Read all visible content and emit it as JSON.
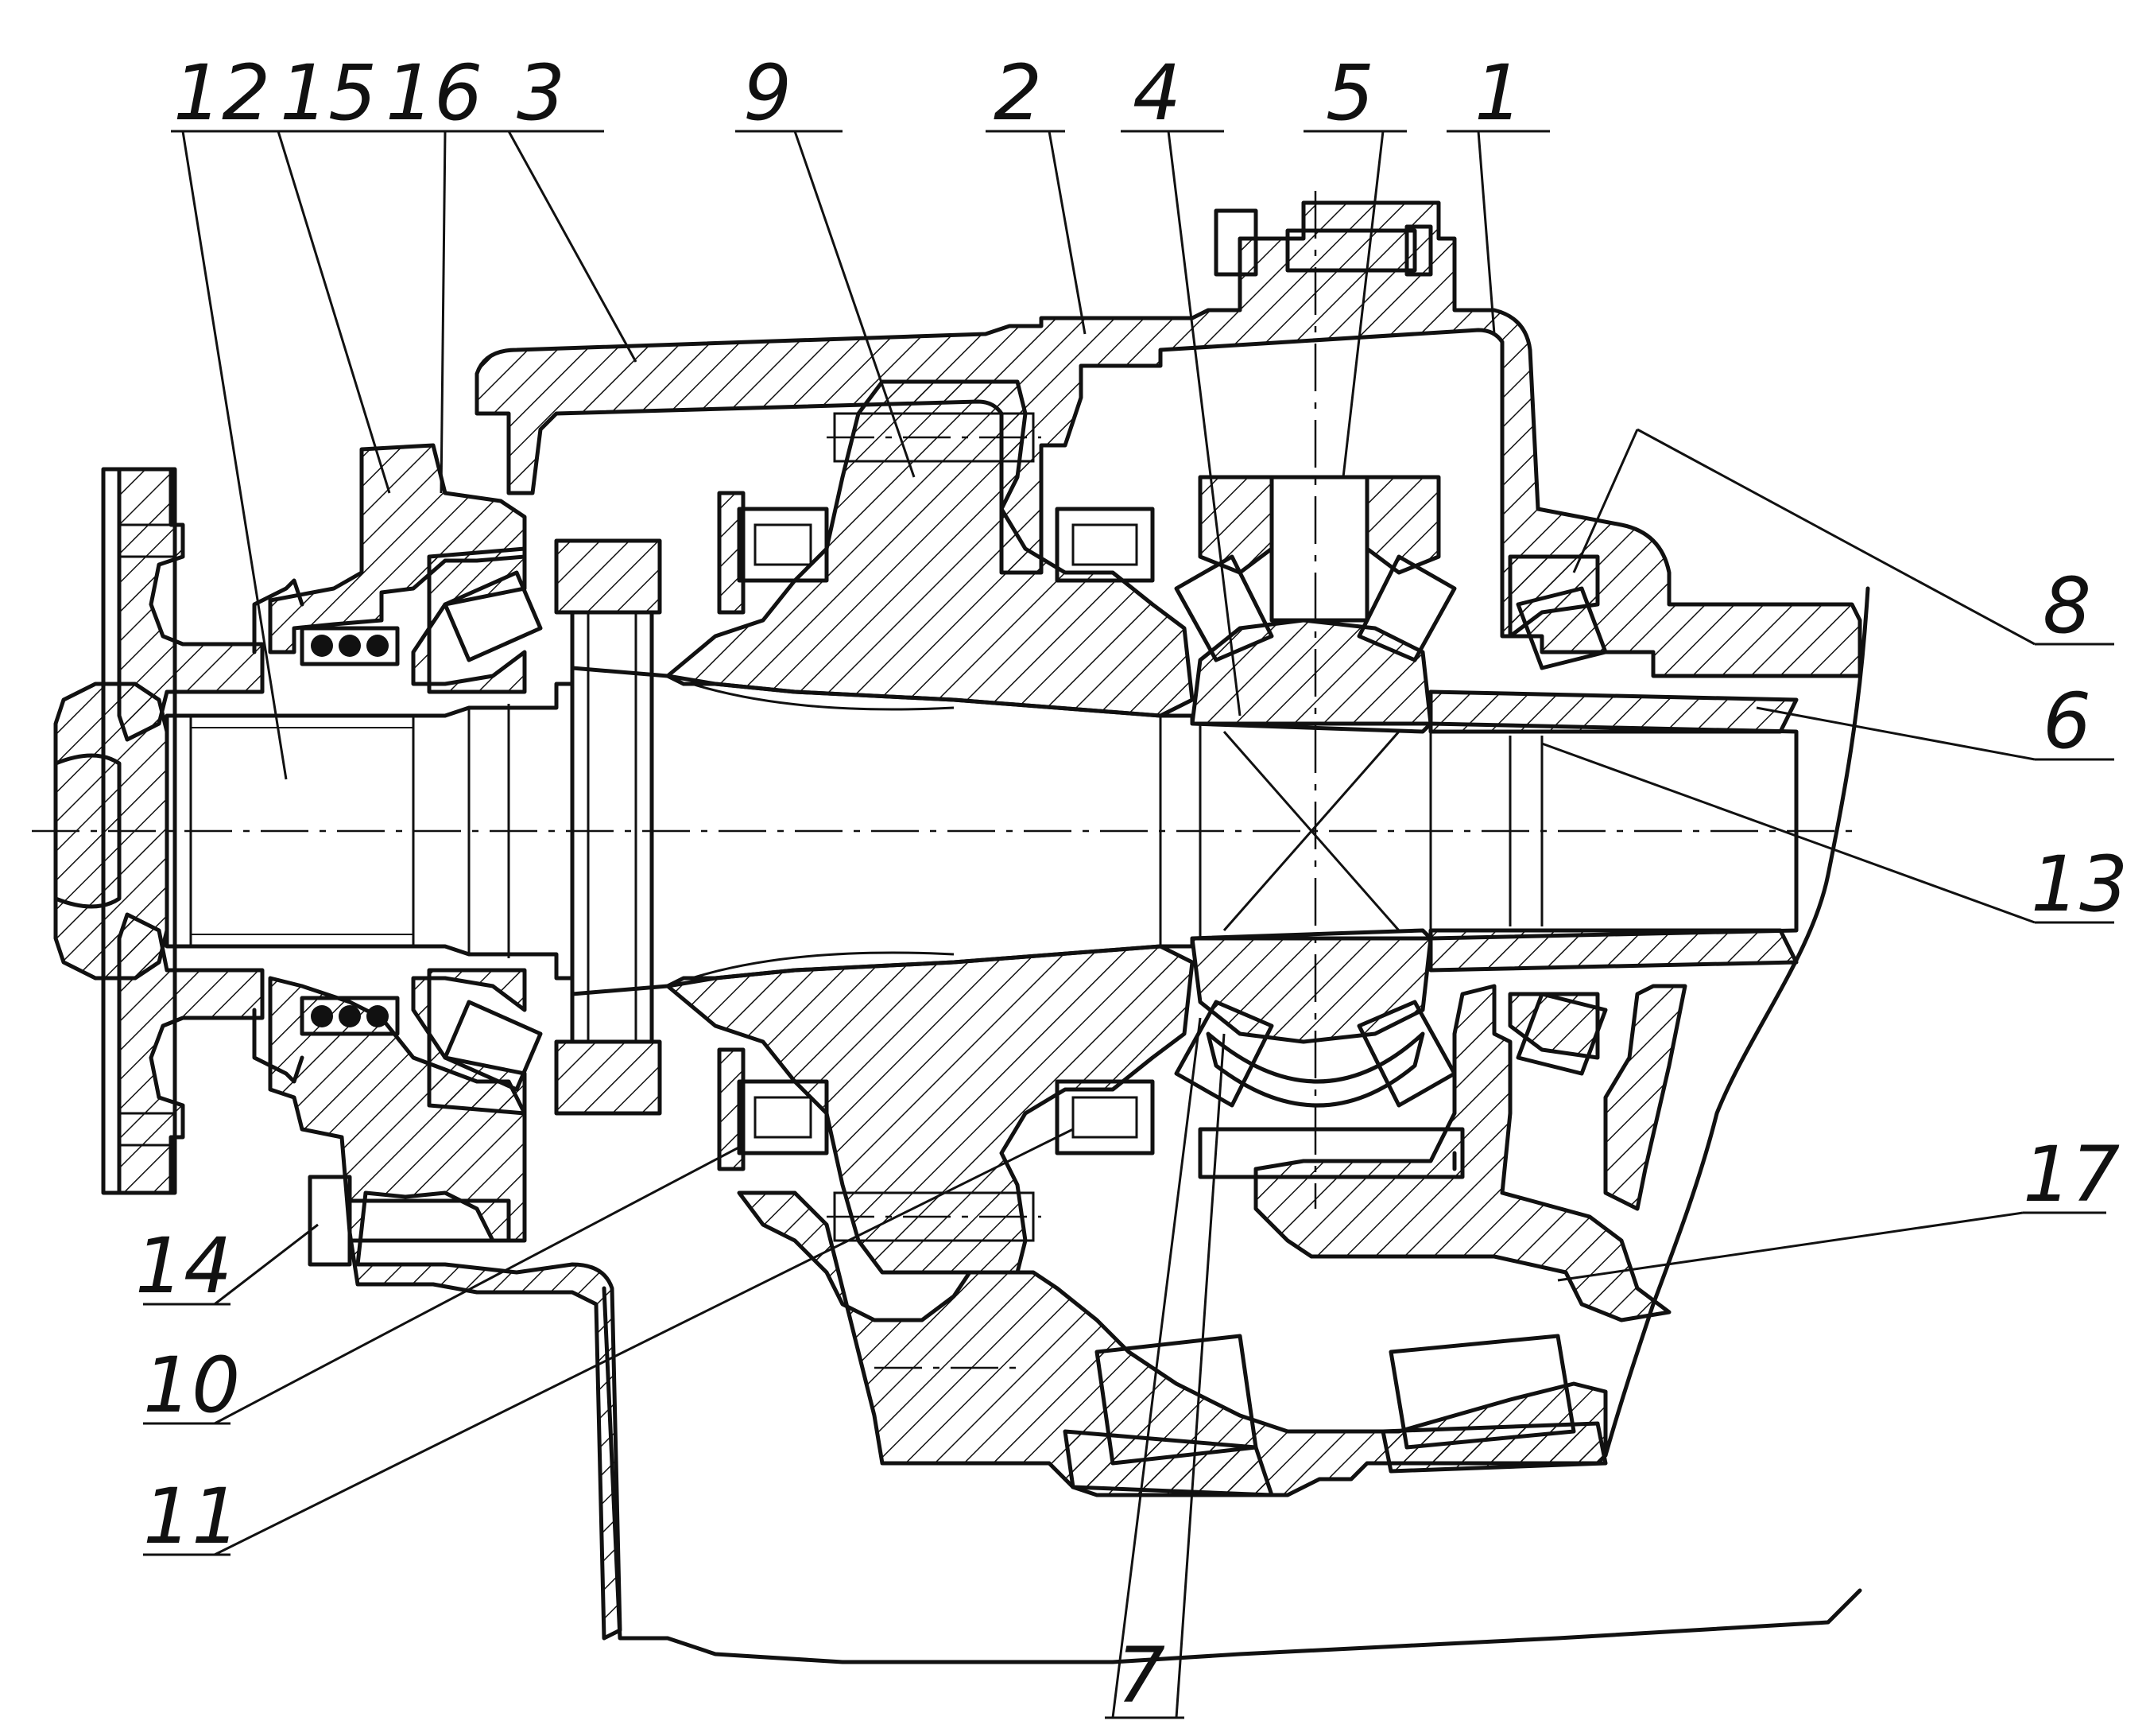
{
  "callouts": [
    {
      "id": "c12",
      "label": "12"
    },
    {
      "id": "c15",
      "label": "15"
    },
    {
      "id": "c16",
      "label": "16"
    },
    {
      "id": "c3",
      "label": "3"
    },
    {
      "id": "c9",
      "label": "9"
    },
    {
      "id": "c2",
      "label": "2"
    },
    {
      "id": "c4",
      "label": "4"
    },
    {
      "id": "c5",
      "label": "5"
    },
    {
      "id": "c1",
      "label": "1"
    },
    {
      "id": "c8",
      "label": "8"
    },
    {
      "id": "c6",
      "label": "6"
    },
    {
      "id": "c13",
      "label": "13"
    },
    {
      "id": "c17",
      "label": "17"
    },
    {
      "id": "c14",
      "label": "14"
    },
    {
      "id": "c10",
      "label": "10"
    },
    {
      "id": "c11",
      "label": "11"
    },
    {
      "id": "c7",
      "label": "7"
    }
  ],
  "style": {
    "ink": "#111111",
    "paper": "#ffffff"
  }
}
